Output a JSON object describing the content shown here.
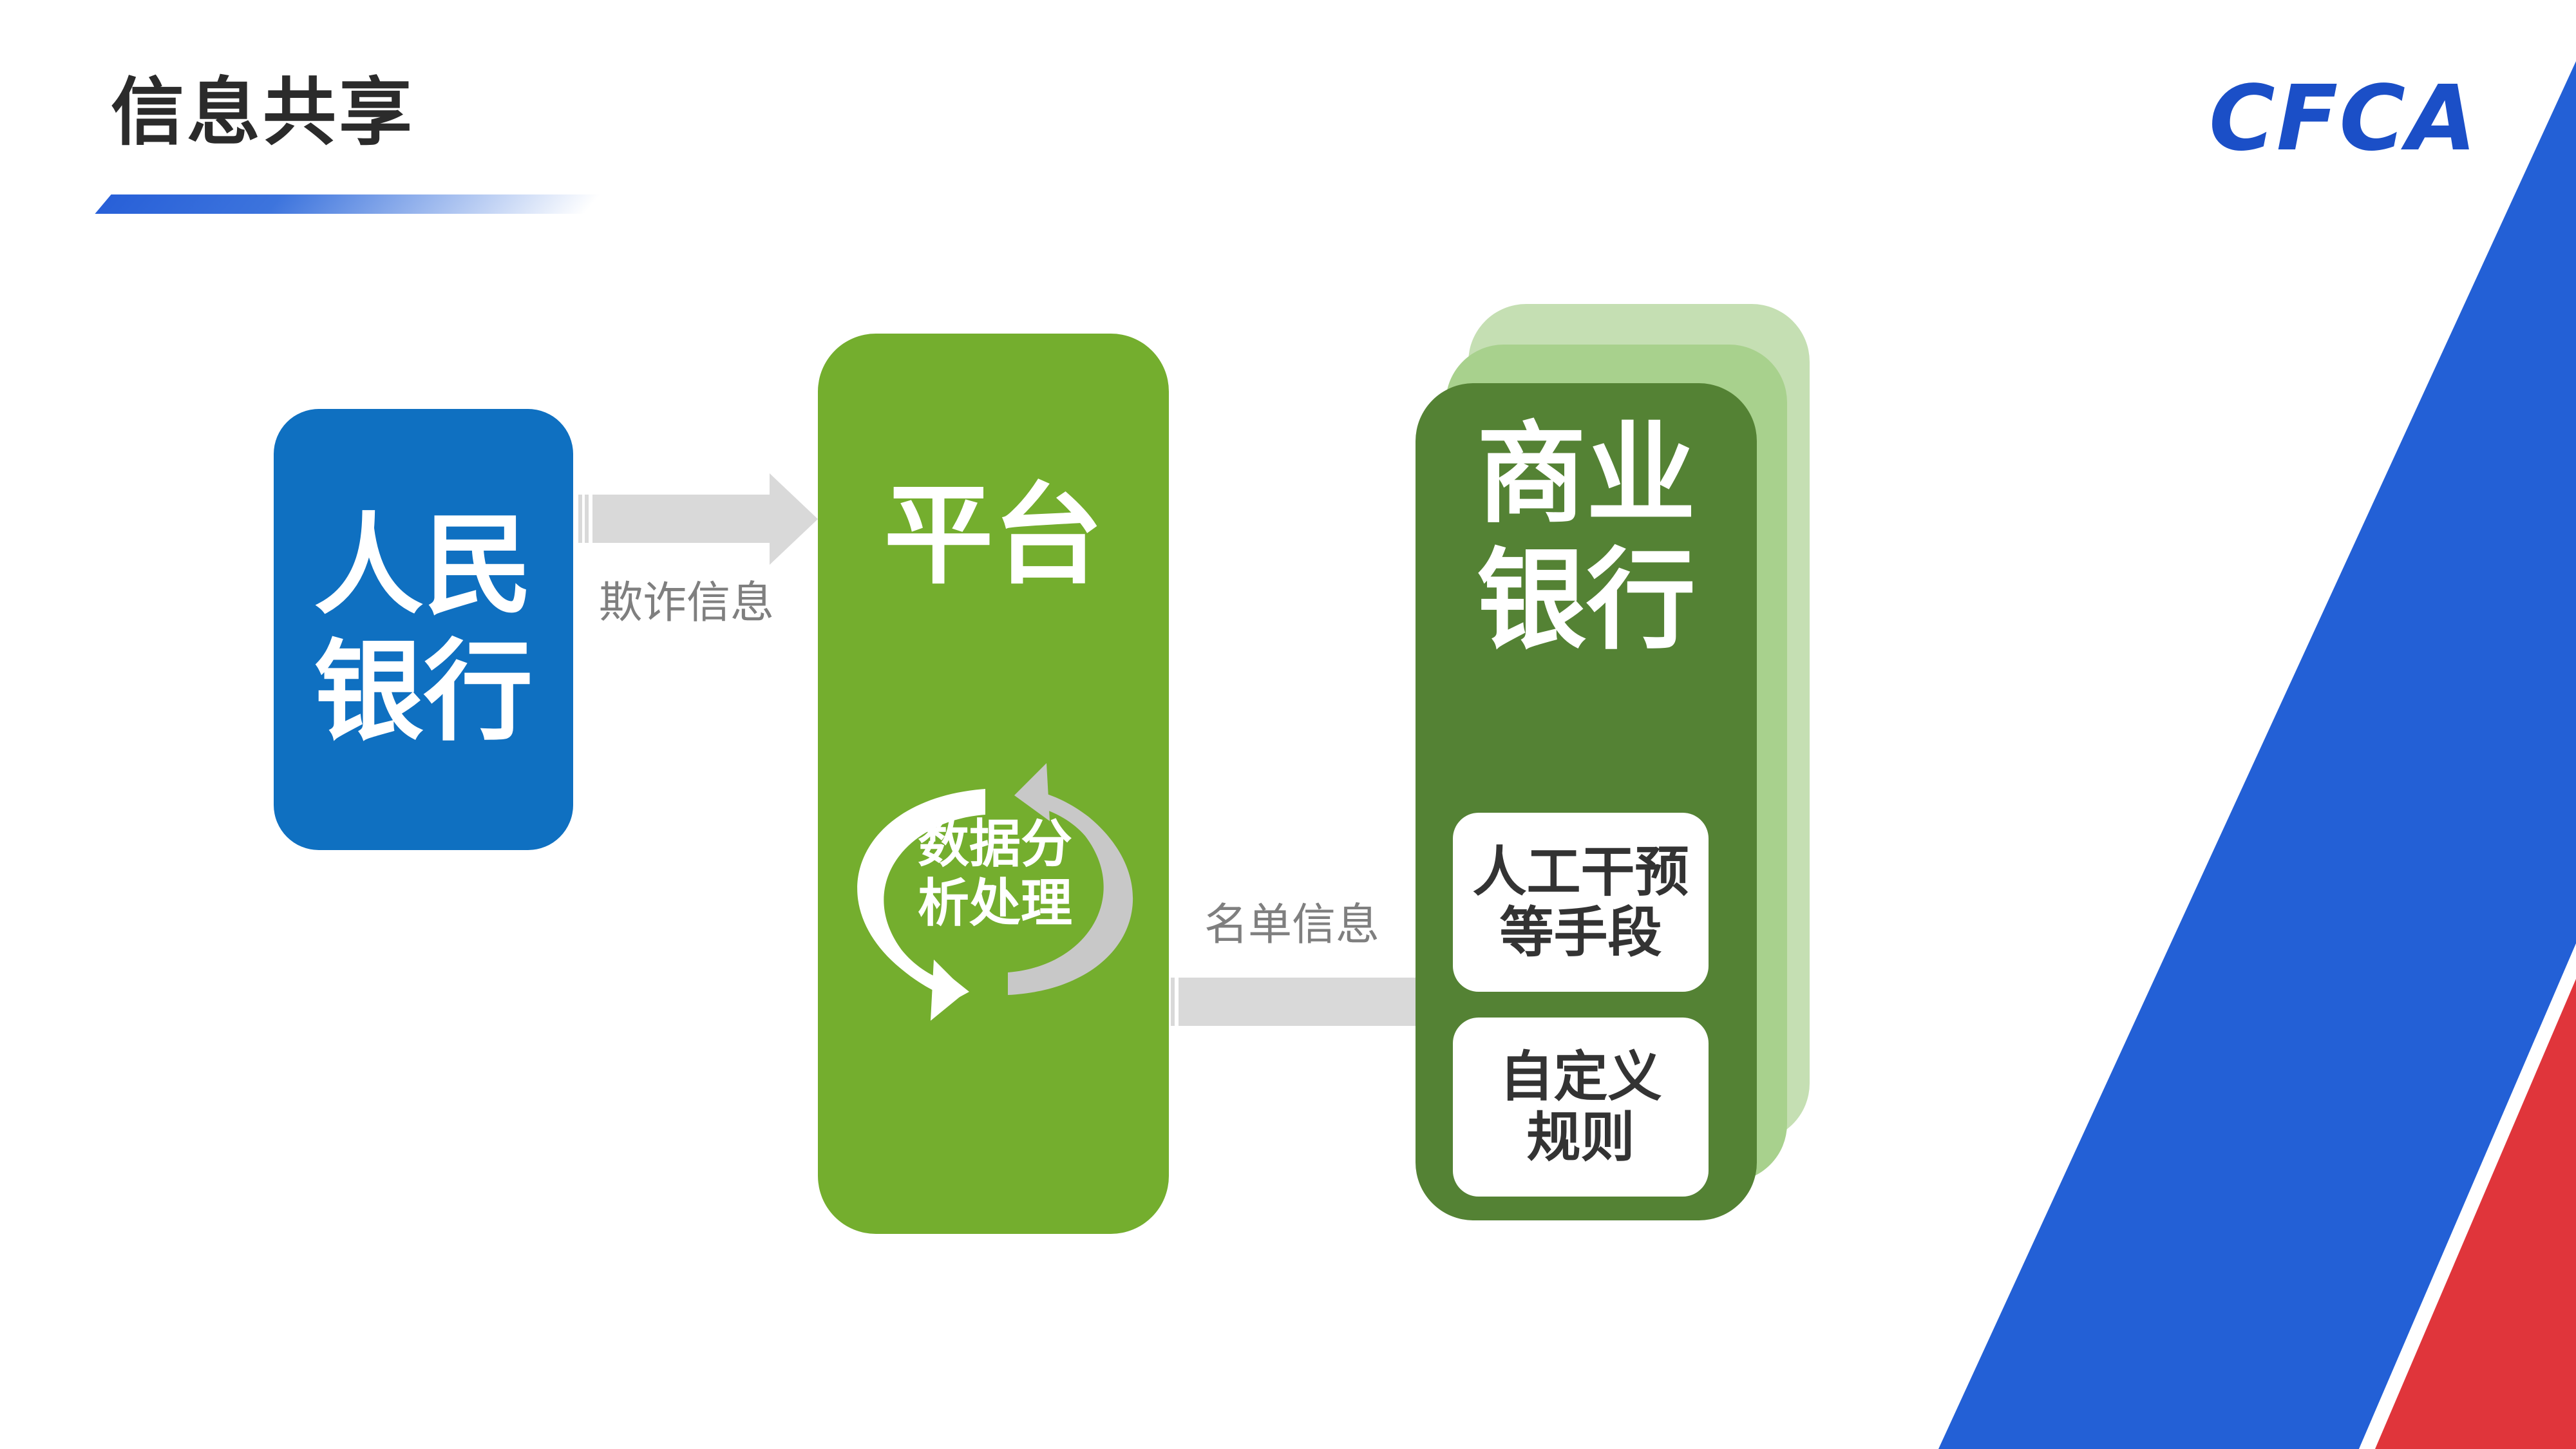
{
  "slide": {
    "title": "信息共享",
    "logo_text": "CFCA"
  },
  "nodes": {
    "pboc": {
      "label": "人民\n银行",
      "color": "#0f70c1"
    },
    "platform": {
      "label": "平台",
      "color": "#74ae2e",
      "process_label": "数据分\n析处理"
    },
    "bank": {
      "label": "商业\n银行",
      "color": "#548234",
      "means": [
        {
          "label": "人工干预\n等手段"
        },
        {
          "label": "自定义\n规则"
        }
      ]
    }
  },
  "edges": [
    {
      "from": "pboc",
      "to": "platform",
      "label": "欺诈信息"
    },
    {
      "from": "platform",
      "to": "bank",
      "label": "名单信息"
    }
  ],
  "colors": {
    "accent_blue": "#2360d6",
    "accent_red": "#e0353b",
    "logo_blue": "#1b4fc7",
    "arrow_gray": "#d9d9d9",
    "label_gray": "#7f7f7f"
  }
}
